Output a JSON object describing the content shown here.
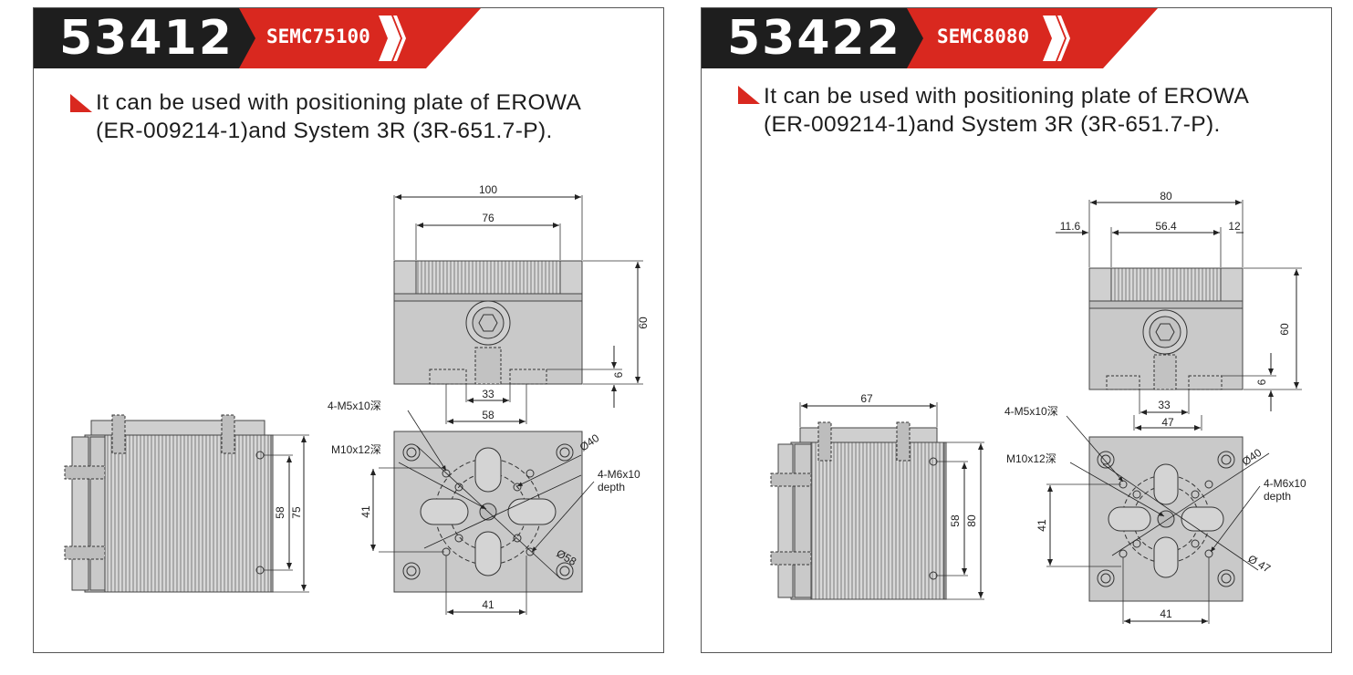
{
  "products": [
    {
      "number": "53412",
      "code": "SEMC75100",
      "description": "It can be used with positioning plate of EROWA  (ER-009214-1)and System 3R (3R-651.7-P).",
      "dims": {
        "top_width": "100",
        "top_inner": "76",
        "height": "60",
        "slot_depth": "6",
        "slot_33": "33",
        "slot_58": "58",
        "m5": "4-M5x10深",
        "m10": "M10x12深",
        "d40": "Ø40",
        "m6": "4-M6x10",
        "m6_sub": "depth",
        "d58": "Ø58",
        "side_41": "41",
        "bottom_41": "41",
        "side_58": "58",
        "side_75": "75"
      }
    },
    {
      "number": "53422",
      "code": "SEMC8080",
      "description": "It can be used with positioning plate of EROWA  (ER-009214-1)and System 3R (3R-651.7-P).",
      "dims": {
        "top_width": "80",
        "left_11": "11.6",
        "mid_56": "56.4",
        "right_12": "12",
        "height": "60",
        "slot_depth": "6",
        "slot_33": "33",
        "slot_47": "47",
        "m5": "4-M5x10深",
        "m10": "M10x12深",
        "d40": "Ø40",
        "m6": "4-M6x10",
        "m6_sub": "depth",
        "d47": "Ø 47",
        "side_41": "41",
        "bottom_41": "41",
        "top_67": "67",
        "side_58": "58",
        "side_80": "80"
      }
    }
  ],
  "colors": {
    "dark": "#1e1e1e",
    "accent": "#d9281f",
    "metal": "#c9c9c9"
  }
}
